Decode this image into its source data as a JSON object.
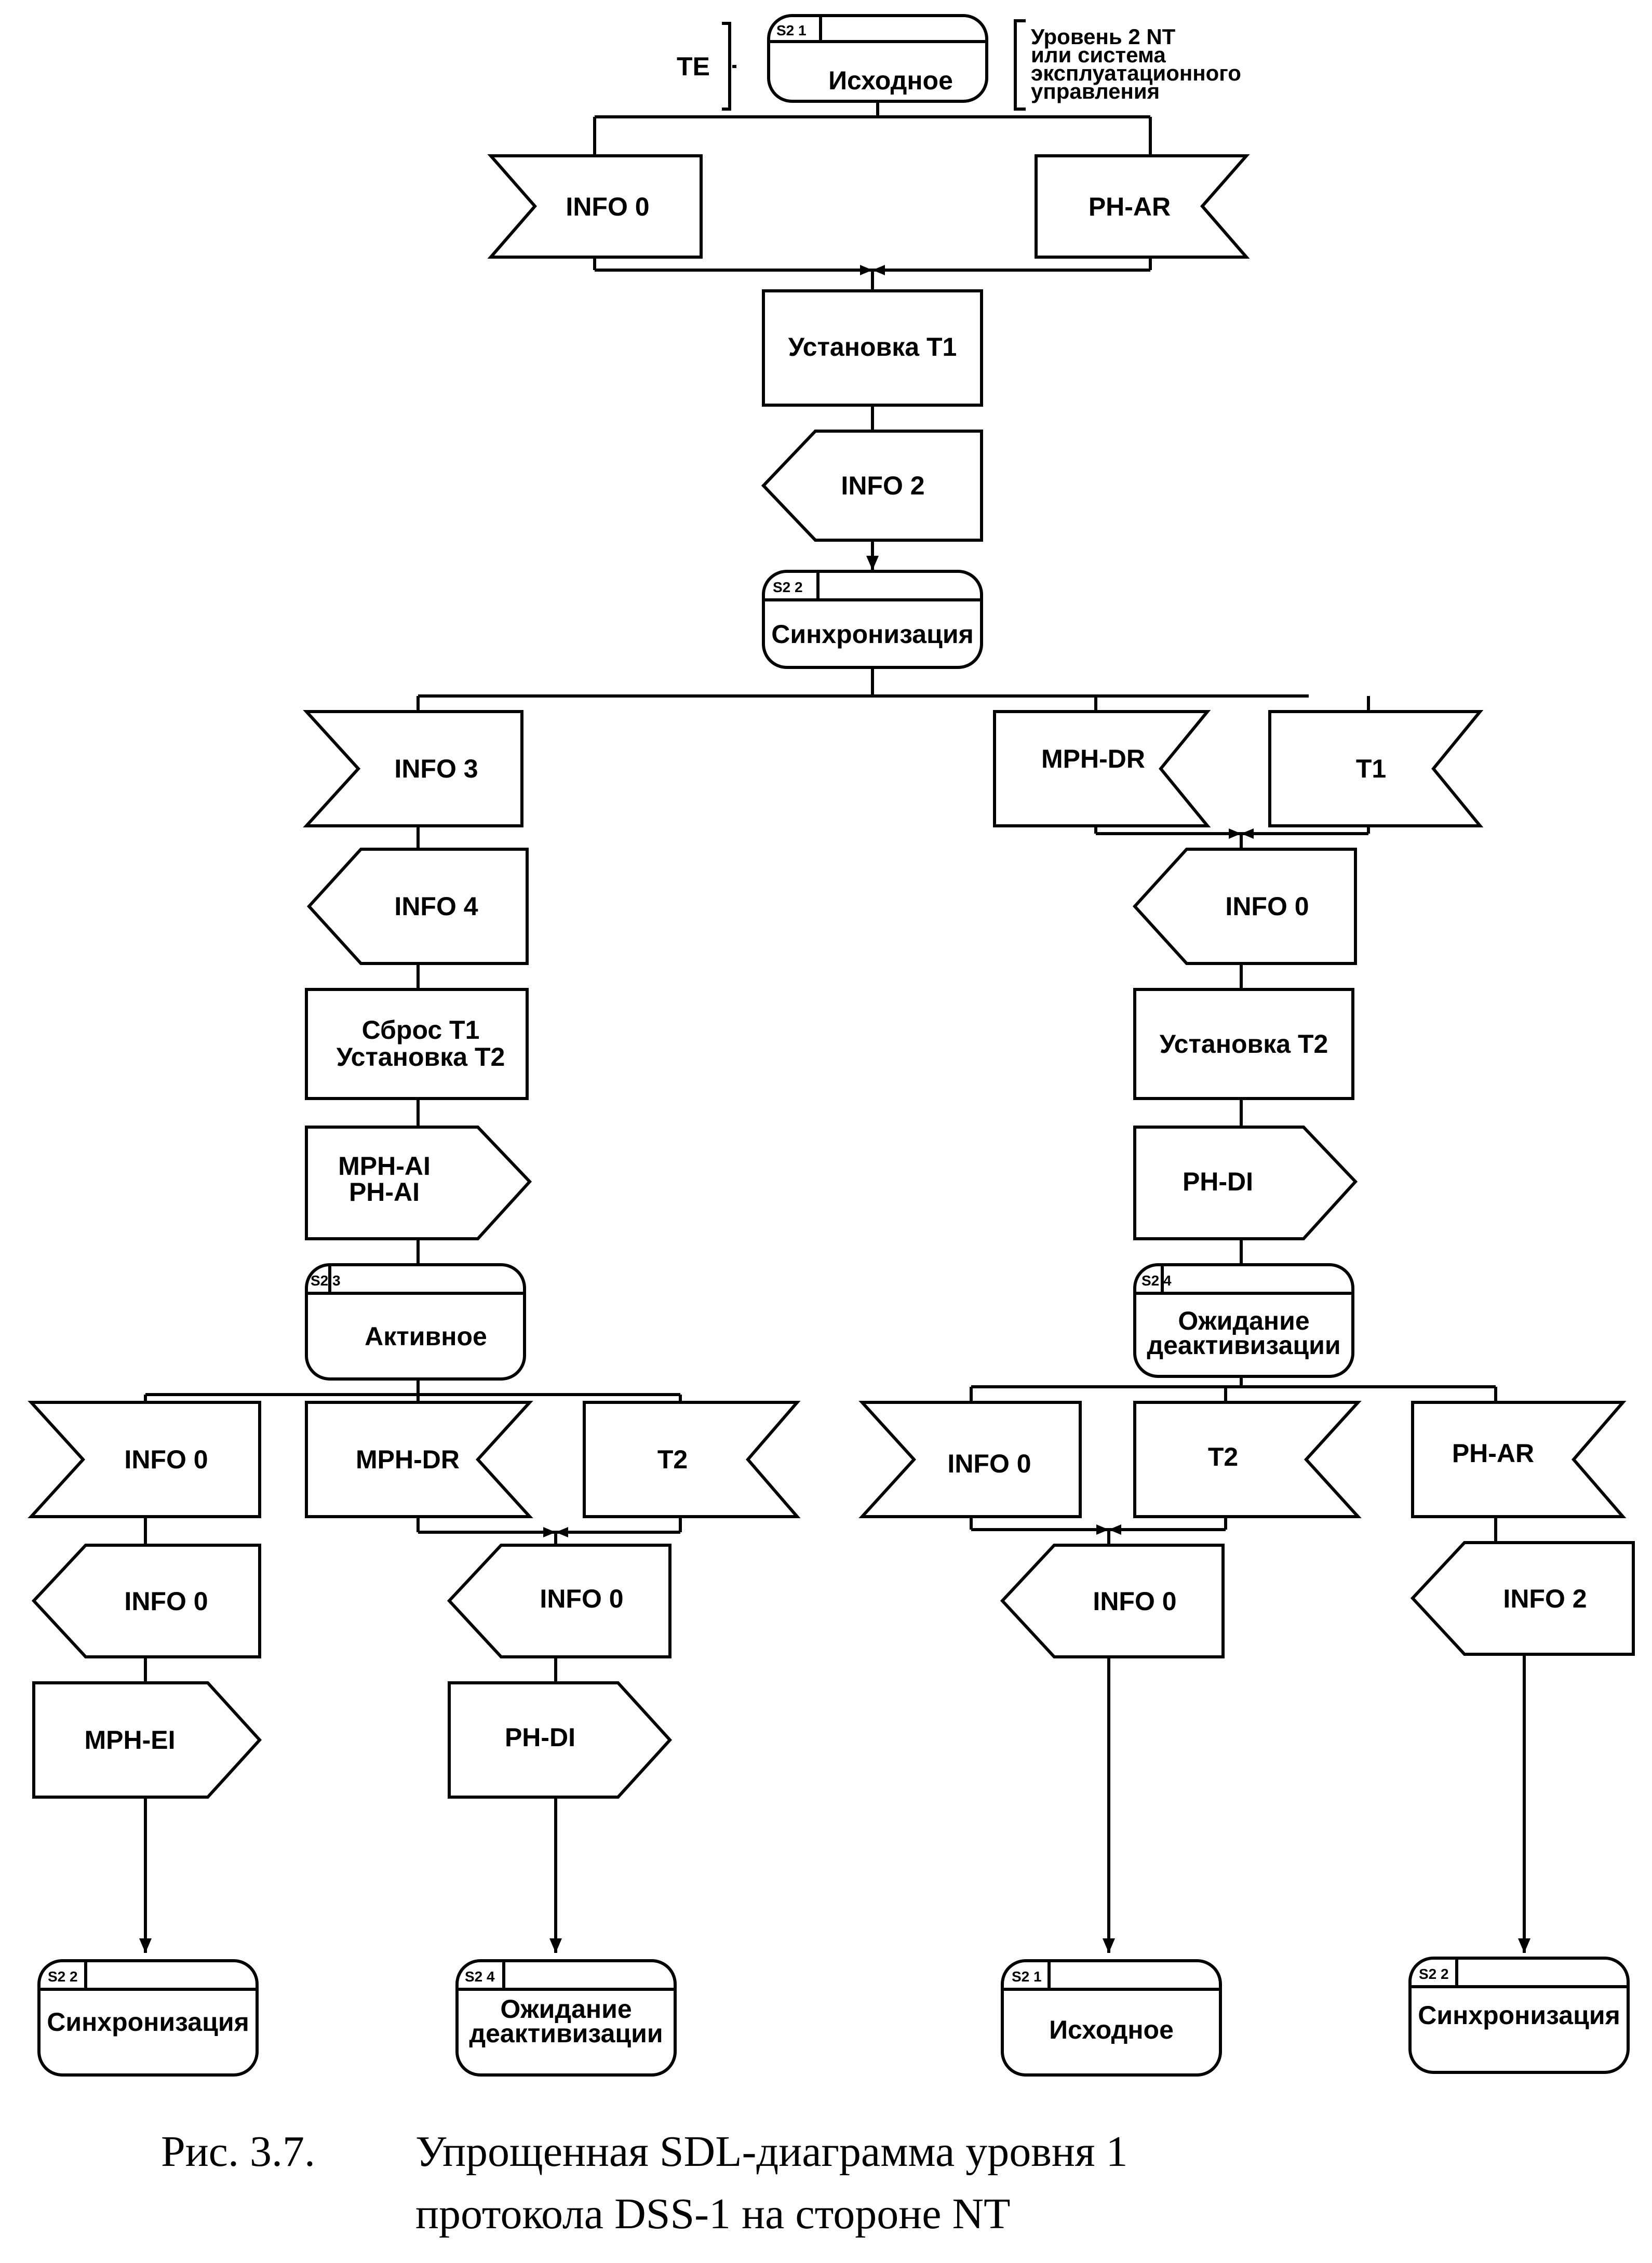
{
  "diagram": {
    "te_label": "TE",
    "nt_side_lines": [
      "Уровень 2 NT",
      "или система",
      "эксплуатационного",
      "управления"
    ],
    "nodes": {
      "st_init": {
        "id": "S2 1",
        "lines": [
          "Исходное"
        ]
      },
      "in_info0_a": {
        "lines": [
          "INFO 0"
        ]
      },
      "in_phar_a": {
        "lines": [
          "PH-AR"
        ]
      },
      "task_set_t1": {
        "lines": [
          "Установка Т1"
        ]
      },
      "out_info2_a": {
        "lines": [
          "INFO 2"
        ]
      },
      "st_sync": {
        "id": "S2 2",
        "lines": [
          "Синхронизация"
        ]
      },
      "in_info3": {
        "lines": [
          "INFO 3"
        ]
      },
      "in_mphdr_a": {
        "lines": [
          "MPH-DR"
        ]
      },
      "in_t1": {
        "lines": [
          "T1"
        ]
      },
      "out_info4": {
        "lines": [
          "INFO 4"
        ]
      },
      "out_info0_a": {
        "lines": [
          "INFO 0"
        ]
      },
      "task_reset": {
        "lines": [
          "Сброс Т1",
          "Установка Т2"
        ]
      },
      "task_set_t2": {
        "lines": [
          "Установка Т2"
        ]
      },
      "out_mphai": {
        "lines": [
          "MPH-AI",
          "PH-AI"
        ]
      },
      "out_phdi_a": {
        "lines": [
          "PH-DI"
        ]
      },
      "st_active": {
        "id": "S2 3",
        "lines": [
          "Активное"
        ]
      },
      "st_wait": {
        "id": "S2 4",
        "lines": [
          "Ожидание",
          "деактивизации"
        ]
      },
      "in_info0_b": {
        "lines": [
          "INFO 0"
        ]
      },
      "in_mphdr_b": {
        "lines": [
          "MPH-DR"
        ]
      },
      "in_t2_a": {
        "lines": [
          "T2"
        ]
      },
      "in_info0_c": {
        "lines": [
          "INFO 0"
        ]
      },
      "in_t2_b": {
        "lines": [
          "T2"
        ]
      },
      "in_phar_b": {
        "lines": [
          "PH-AR"
        ]
      },
      "out_info0_b": {
        "lines": [
          "INFO 0"
        ]
      },
      "out_info0_c": {
        "lines": [
          "INFO 0"
        ]
      },
      "out_info0_d": {
        "lines": [
          "INFO 0"
        ]
      },
      "out_info2_b": {
        "lines": [
          "INFO 2"
        ]
      },
      "out_mphei": {
        "lines": [
          "MPH-EI"
        ]
      },
      "out_phdi_b": {
        "lines": [
          "PH-DI"
        ]
      },
      "st_sync_b": {
        "id": "S2 2",
        "lines": [
          "Синхронизация"
        ]
      },
      "st_wait_b": {
        "id": "S2 4",
        "lines": [
          "Ожидание",
          "деактивизации"
        ]
      },
      "st_init_b": {
        "id": "S2 1",
        "lines": [
          "Исходное"
        ]
      },
      "st_sync_c": {
        "id": "S2 2",
        "lines": [
          "Синхронизация"
        ]
      }
    }
  },
  "caption": {
    "number": "Рис. 3.7.",
    "line1": "Упрощенная SDL-диаграмма уровня 1",
    "line2": "протокола DSS-1 на стороне NT"
  }
}
